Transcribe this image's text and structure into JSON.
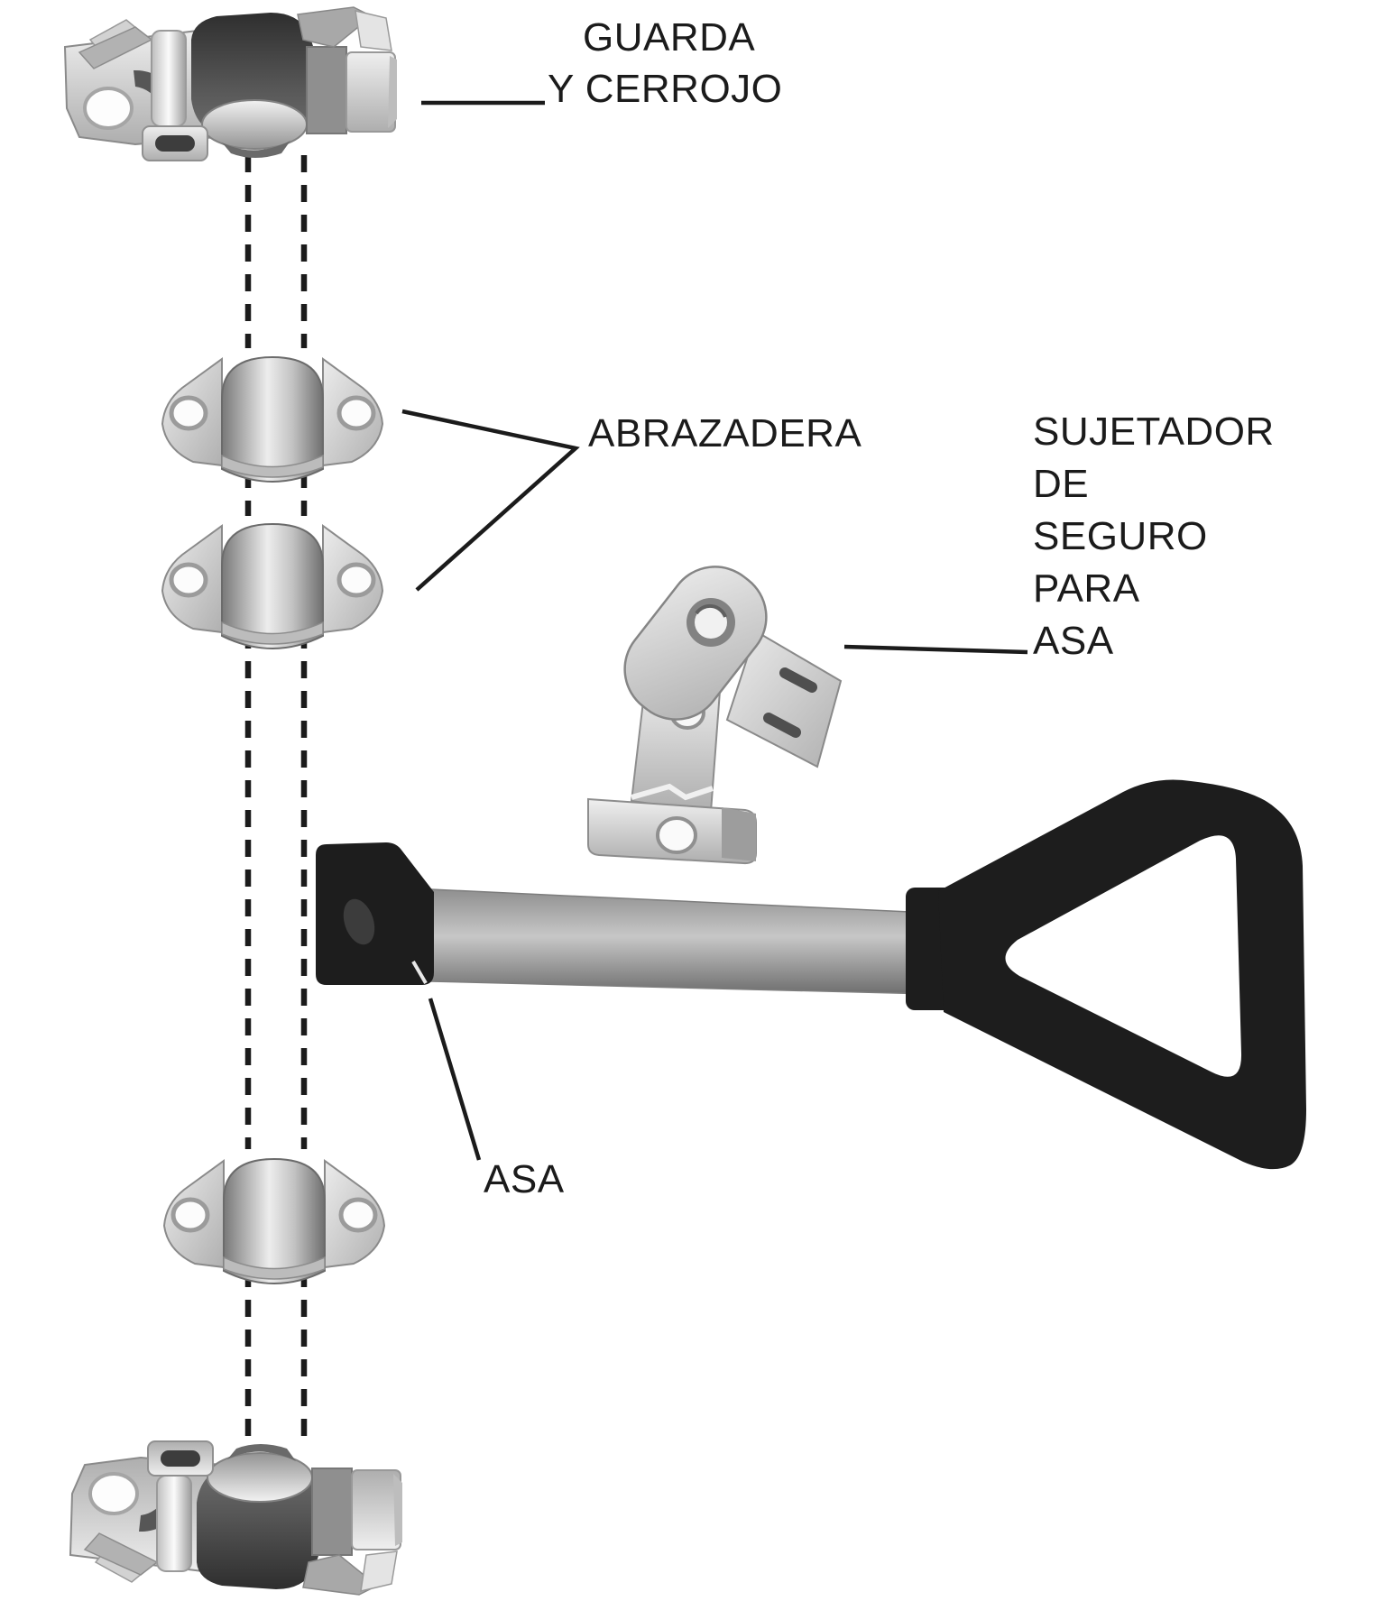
{
  "diagram": {
    "colors": {
      "background_color": "#ffffff",
      "ink_color": "#1b1b1b",
      "plastic_black": "#1d1d1d",
      "metal_light": "#e8e8e8",
      "metal_mid": "#a9a9a9",
      "metal_dark": "#3f3f3f"
    },
    "labels": {
      "guarda": {
        "line1": "GUARDA",
        "line2": "Y CERROJO"
      },
      "abrazadera": {
        "text": "ABRAZADERA"
      },
      "sujetador": {
        "line1": "SUJETADOR",
        "line2": "DE",
        "line3": "SEGURO",
        "line4": "PARA",
        "line5": "ASA"
      },
      "asa": {
        "text": "ASA"
      }
    },
    "parts": [
      {
        "name": "guarda-y-cerrojo",
        "label": "GUARDA Y CERROJO",
        "count": 2
      },
      {
        "name": "abrazadera",
        "label": "ABRAZADERA",
        "count": 3
      },
      {
        "name": "sujetador-de-seguro-para-asa",
        "label": "SUJETADOR DE SEGURO PARA ASA",
        "count": 1
      },
      {
        "name": "asa",
        "label": "ASA",
        "count": 1
      }
    ]
  }
}
